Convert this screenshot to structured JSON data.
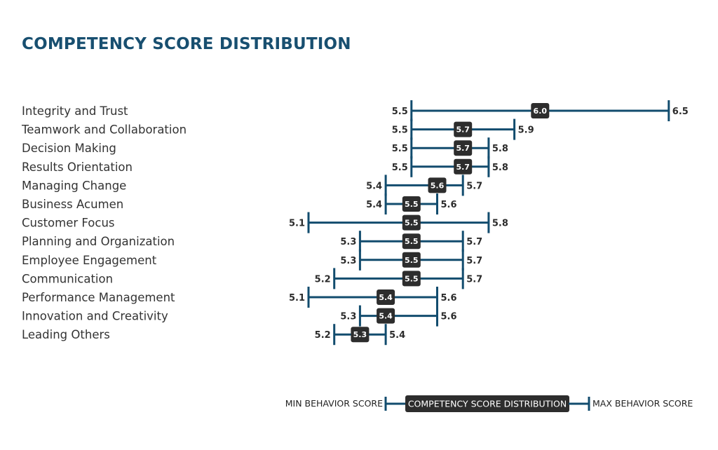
{
  "title": "COMPETENCY SCORE DISTRIBUTION",
  "colors": {
    "bar": "#124c6e",
    "badge": "#2d2d2d",
    "title": "#184f70"
  },
  "chart_data": {
    "type": "range",
    "title": "COMPETENCY SCORE DISTRIBUTION",
    "rows": [
      {
        "label": "Integrity and Trust",
        "min": 5.5,
        "score": 6.0,
        "max": 6.5,
        "min_label": "5.5",
        "score_label": "6.0",
        "max_label": "6.5"
      },
      {
        "label": "Teamwork and Collaboration",
        "min": 5.5,
        "score": 5.7,
        "max": 5.9,
        "min_label": "5.5",
        "score_label": "5.7",
        "max_label": "5.9"
      },
      {
        "label": "Decision Making",
        "min": 5.5,
        "score": 5.7,
        "max": 5.8,
        "min_label": "5.5",
        "score_label": "5.7",
        "max_label": "5.8"
      },
      {
        "label": "Results Orientation",
        "min": 5.5,
        "score": 5.7,
        "max": 5.8,
        "min_label": "5.5",
        "score_label": "5.7",
        "max_label": "5.8"
      },
      {
        "label": "Managing Change",
        "min": 5.4,
        "score": 5.6,
        "max": 5.7,
        "min_label": "5.4",
        "score_label": "5.6",
        "max_label": "5.7"
      },
      {
        "label": "Business Acumen",
        "min": 5.4,
        "score": 5.5,
        "max": 5.6,
        "min_label": "5.4",
        "score_label": "5.5",
        "max_label": "5.6"
      },
      {
        "label": "Customer Focus",
        "min": 5.1,
        "score": 5.5,
        "max": 5.8,
        "min_label": "5.1",
        "score_label": "5.5",
        "max_label": "5.8"
      },
      {
        "label": "Planning and Organization",
        "min": 5.3,
        "score": 5.5,
        "max": 5.7,
        "min_label": "5.3",
        "score_label": "5.5",
        "max_label": "5.7"
      },
      {
        "label": "Employee Engagement",
        "min": 5.3,
        "score": 5.5,
        "max": 5.7,
        "min_label": "5.3",
        "score_label": "5.5",
        "max_label": "5.7"
      },
      {
        "label": "Communication",
        "min": 5.2,
        "score": 5.5,
        "max": 5.7,
        "min_label": "5.2",
        "score_label": "5.5",
        "max_label": "5.7"
      },
      {
        "label": "Performance Management",
        "min": 5.1,
        "score": 5.4,
        "max": 5.6,
        "min_label": "5.1",
        "score_label": "5.4",
        "max_label": "5.6"
      },
      {
        "label": "Innovation and Creativity",
        "min": 5.3,
        "score": 5.4,
        "max": 5.6,
        "min_label": "5.3",
        "score_label": "5.4",
        "max_label": "5.6"
      },
      {
        "label": "Leading Others",
        "min": 5.2,
        "score": 5.3,
        "max": 5.4,
        "min_label": "5.2",
        "score_label": "5.3",
        "max_label": "5.4"
      }
    ],
    "legend": {
      "min": "MIN BEHAVIOR SCORE",
      "mid": "COMPETENCY SCORE DISTRIBUTION",
      "max": "MAX BEHAVIOR SCORE"
    }
  }
}
